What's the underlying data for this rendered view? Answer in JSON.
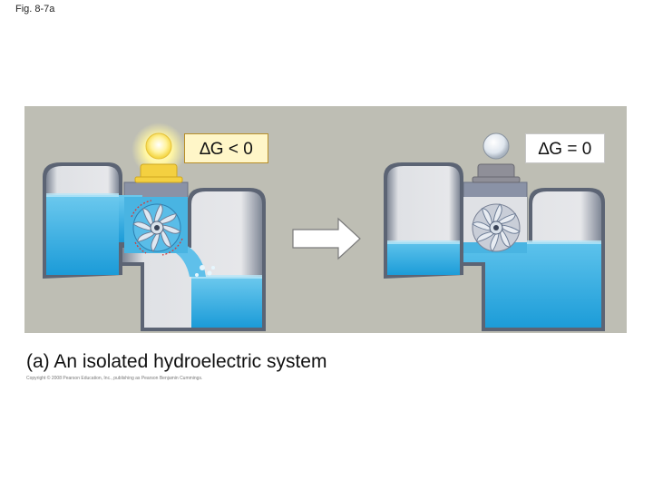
{
  "figure": {
    "label": "Fig. 8-7a"
  },
  "left_state": {
    "dg_text": "∆G < 0",
    "bulb": "lit"
  },
  "right_state": {
    "dg_text": "∆G = 0",
    "bulb": "unlit"
  },
  "arrow": {
    "icon": "right-arrow-icon"
  },
  "caption": "(a) An isolated hydroelectric system",
  "copyright": "Copyright © 2008 Pearson Education, Inc., publishing as Pearson Benjamin Cummings.",
  "colors": {
    "background": "#bebeb4",
    "water": "#3aaee0",
    "tank_wall": "#8a92a2",
    "glow": "#fff8a8"
  }
}
